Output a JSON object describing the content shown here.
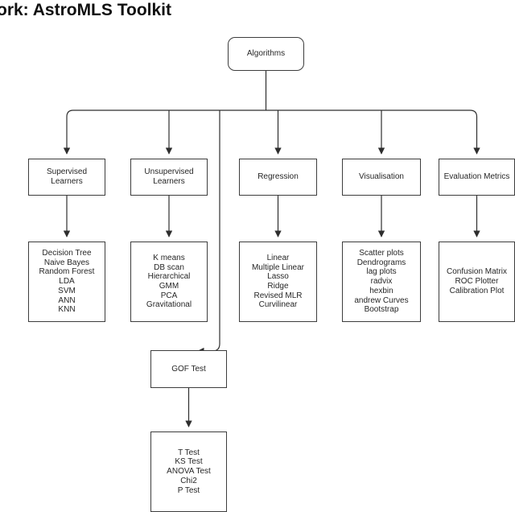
{
  "title": "ork: AstroMLS Toolkit",
  "colors": {
    "background": "#ffffff",
    "line": "#2e2e2e",
    "box_border": "#3d3d3d",
    "text": "#262626"
  },
  "diagram": {
    "root": {
      "label": "Algorithms"
    },
    "branches": [
      {
        "label": "Supervised Learners",
        "children": [
          "Decision Tree",
          "Naive Bayes",
          "Random Forest",
          "LDA",
          "SVM",
          "ANN",
          "KNN"
        ]
      },
      {
        "label": "Unsupervised Learners",
        "children": [
          "K means",
          "DB scan",
          "Hierarchical",
          "GMM",
          "PCA",
          "Gravitational"
        ]
      },
      {
        "label": "Regression",
        "children": [
          "Linear",
          "Multiple Linear",
          "Lasso",
          "Ridge",
          "Revised MLR",
          "Curvilinear"
        ]
      },
      {
        "label": "Visualisation",
        "children": [
          "Scatter plots",
          "Dendrograms",
          "lag plots",
          "radvix",
          "hexbin",
          "andrew Curves",
          "Bootstrap"
        ]
      },
      {
        "label": "Evaluation Metrics",
        "children": [
          "Confusion Matrix",
          "ROC Plotter",
          "Calibration Plot"
        ]
      }
    ],
    "gof": {
      "label": "GOF Test",
      "children": [
        "T Test",
        "KS Test",
        "ANOVA Test",
        "Chi2",
        "P Test"
      ]
    }
  }
}
